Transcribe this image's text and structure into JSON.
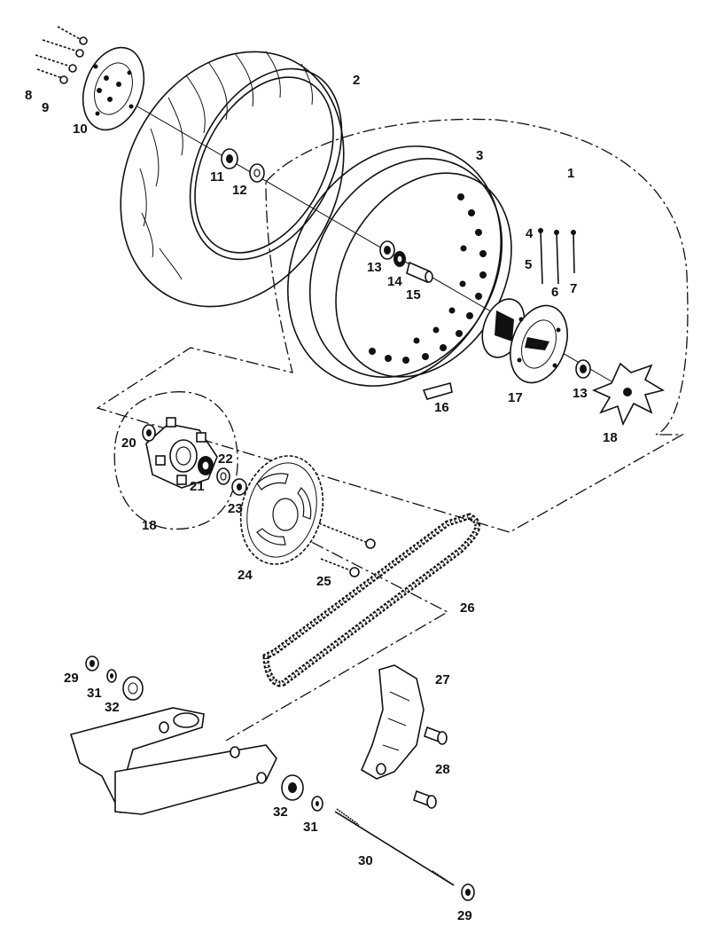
{
  "labels": [
    {
      "id": "1",
      "text": "1"
    },
    {
      "id": "2",
      "text": "2"
    },
    {
      "id": "3",
      "text": "3"
    },
    {
      "id": "4",
      "text": "4"
    },
    {
      "id": "5",
      "text": "5"
    },
    {
      "id": "6",
      "text": "6"
    },
    {
      "id": "7",
      "text": "7"
    },
    {
      "id": "8",
      "text": "8"
    },
    {
      "id": "9",
      "text": "9"
    },
    {
      "id": "10",
      "text": "10"
    },
    {
      "id": "11",
      "text": "11"
    },
    {
      "id": "12",
      "text": "12"
    },
    {
      "id": "13a",
      "text": "13"
    },
    {
      "id": "13b",
      "text": "13"
    },
    {
      "id": "14",
      "text": "14"
    },
    {
      "id": "15",
      "text": "15"
    },
    {
      "id": "16",
      "text": "16"
    },
    {
      "id": "17",
      "text": "17"
    },
    {
      "id": "18a",
      "text": "18"
    },
    {
      "id": "18b",
      "text": "18"
    },
    {
      "id": "20",
      "text": "20"
    },
    {
      "id": "21",
      "text": "21"
    },
    {
      "id": "22",
      "text": "22"
    },
    {
      "id": "23",
      "text": "23"
    },
    {
      "id": "24",
      "text": "24"
    },
    {
      "id": "25",
      "text": "25"
    },
    {
      "id": "26",
      "text": "26"
    },
    {
      "id": "27",
      "text": "27"
    },
    {
      "id": "28",
      "text": "28"
    },
    {
      "id": "29a",
      "text": "29"
    },
    {
      "id": "29b",
      "text": "29"
    },
    {
      "id": "30",
      "text": "30"
    },
    {
      "id": "31a",
      "text": "31"
    },
    {
      "id": "31b",
      "text": "31"
    },
    {
      "id": "32a",
      "text": "32"
    },
    {
      "id": "32b",
      "text": "32"
    }
  ]
}
